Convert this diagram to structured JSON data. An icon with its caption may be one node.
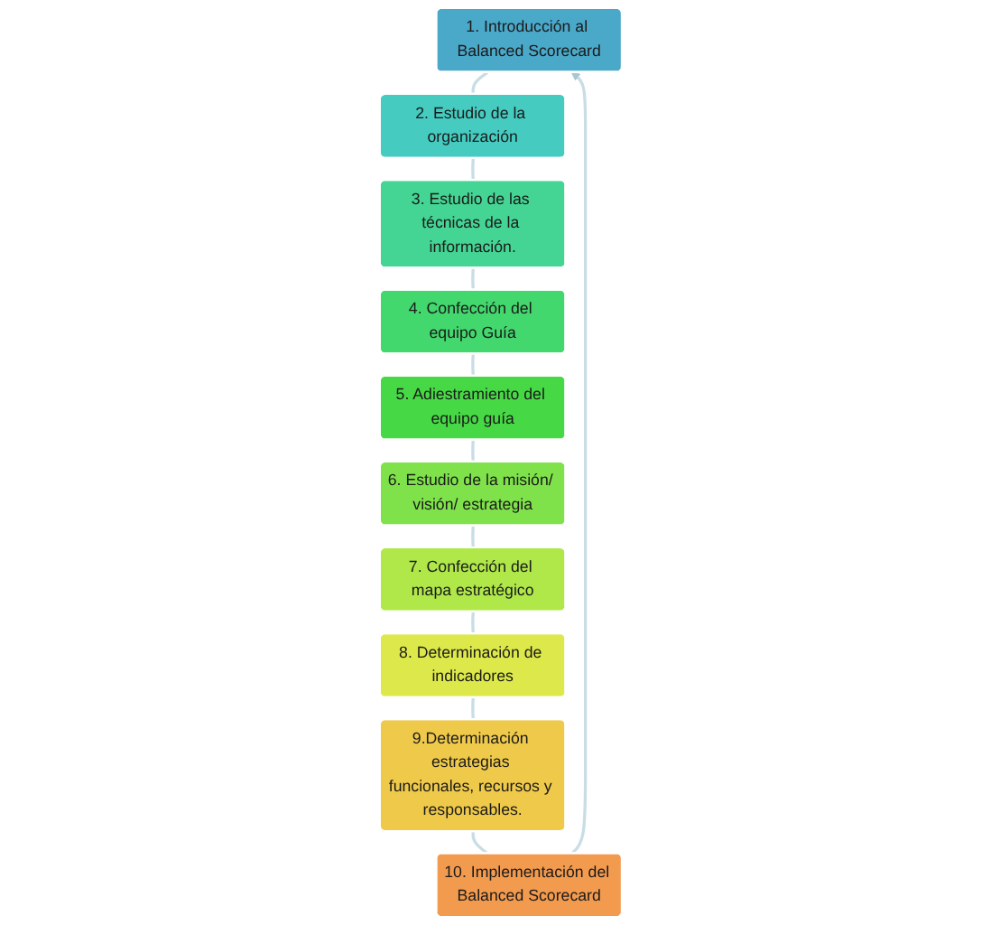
{
  "diagram": {
    "nodes": [
      {
        "text": [
          "1. Introducción al Balanced Scorecard"
        ]
      },
      {
        "text": [
          "2. Estudio de la organización"
        ]
      },
      {
        "text": [
          "3. Estudio de las técnicas de la información."
        ]
      },
      {
        "text": [
          "4. Confección del equipo Guía"
        ]
      },
      {
        "text": [
          "5. Adiestramiento del equipo guía"
        ]
      },
      {
        "text": [
          "6. Estudio de la misión/ visión/ estrategia"
        ]
      },
      {
        "text": [
          "7. Confección del mapa estratégico"
        ]
      },
      {
        "text": [
          "8. Determinación de indicadores"
        ]
      },
      {
        "text": [
          "9.Determinación estrategias funcionales, recursos y responsables."
        ]
      },
      {
        "text": [
          "10. Implementación del Balanced Scorecard"
        ]
      }
    ],
    "edges": [
      {
        "from": 0,
        "to": 1,
        "arrow": "none"
      },
      {
        "from": 1,
        "to": 2,
        "arrow": "none"
      },
      {
        "from": 2,
        "to": 3,
        "arrow": "none"
      },
      {
        "from": 3,
        "to": 4,
        "arrow": "none"
      },
      {
        "from": 4,
        "to": 5,
        "arrow": "none"
      },
      {
        "from": 5,
        "to": 6,
        "arrow": "none"
      },
      {
        "from": 6,
        "to": 7,
        "arrow": "none"
      },
      {
        "from": 7,
        "to": 8,
        "arrow": "none"
      },
      {
        "from": 8,
        "to": 9,
        "arrow": "none"
      },
      {
        "from": 9,
        "to": 0,
        "arrow": "to"
      }
    ]
  }
}
